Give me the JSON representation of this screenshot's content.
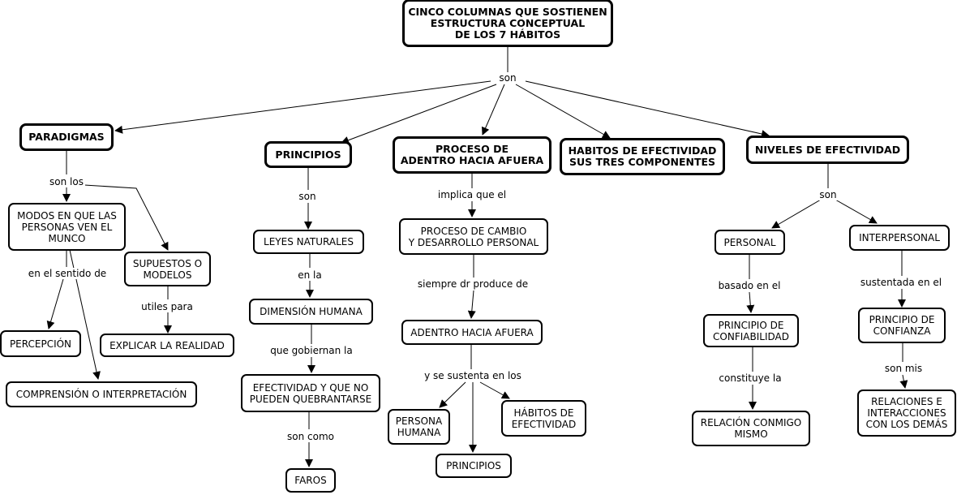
{
  "nodes": {
    "root": "CINCO COLUMNAS QUE SOSTIENEN\nESTRUCTURA CONCEPTUAL\nDE LOS 7 HÁBITOS",
    "paradigmas": "PARADIGMAS",
    "principios": "PRINCIPIOS",
    "proceso": "PROCESO DE\nADENTRO HACIA AFUERA",
    "habitos": "HABITOS DE EFECTIVIDAD\nSUS TRES COMPONENTES",
    "niveles": "NIVELES DE EFECTIVIDAD",
    "modos": "MODOS EN QUE LAS\nPERSONAS VEN EL\nMUNCO",
    "supuestos": "SUPUESTOS O\nMODELOS",
    "percepcion": "PERCEPCIÓN",
    "explicar": "EXPLICAR LA REALIDAD",
    "comprension": "COMPRENSIÓN O INTERPRETACIÓN",
    "leyes": "LEYES NATURALES",
    "dimension": "DIMENSIÓN HUMANA",
    "efectividad": "EFECTIVIDAD Y QUE NO\nPUEDEN QUEBRANTARSE",
    "faros": "FAROS",
    "cambio": "PROCESO DE CAMBIO\nY DESARROLLO PERSONAL",
    "adentro": "ADENTRO HACIA AFUERA",
    "persona": "PERSONA\nHUMANA",
    "principios2": "PRINCIPIOS",
    "habitos2": "HÁBITOS DE\nEFECTIVIDAD",
    "personal": "PERSONAL",
    "interpersonal": "INTERPERSONAL",
    "confiabilidad": "PRINCIPIO DE\nCONFIABILIDAD",
    "confianza": "PRINCIPIO DE\nCONFIANZA",
    "relacion": "RELACIÓN CONMIGO\nMISMO",
    "relaciones": "RELACIONES E\nINTERACCIONES\nCON LOS DEMÁS"
  },
  "links": {
    "son_root": "son",
    "son_los": "son los",
    "en_el_sentido": "en el sentido de",
    "utiles": "utiles para",
    "son_principios": "son",
    "en_la": "en la",
    "gobiernan": "que gobiernan la",
    "son_como": "son como",
    "implica": "implica que el",
    "siempre": "siempre dr produce de",
    "sustenta": "y se sustenta en los",
    "son_niveles": "son",
    "basado": "basado en el",
    "constituye": "constituye la",
    "sustentada": "sustentada en el",
    "son_mis": "son mis"
  }
}
